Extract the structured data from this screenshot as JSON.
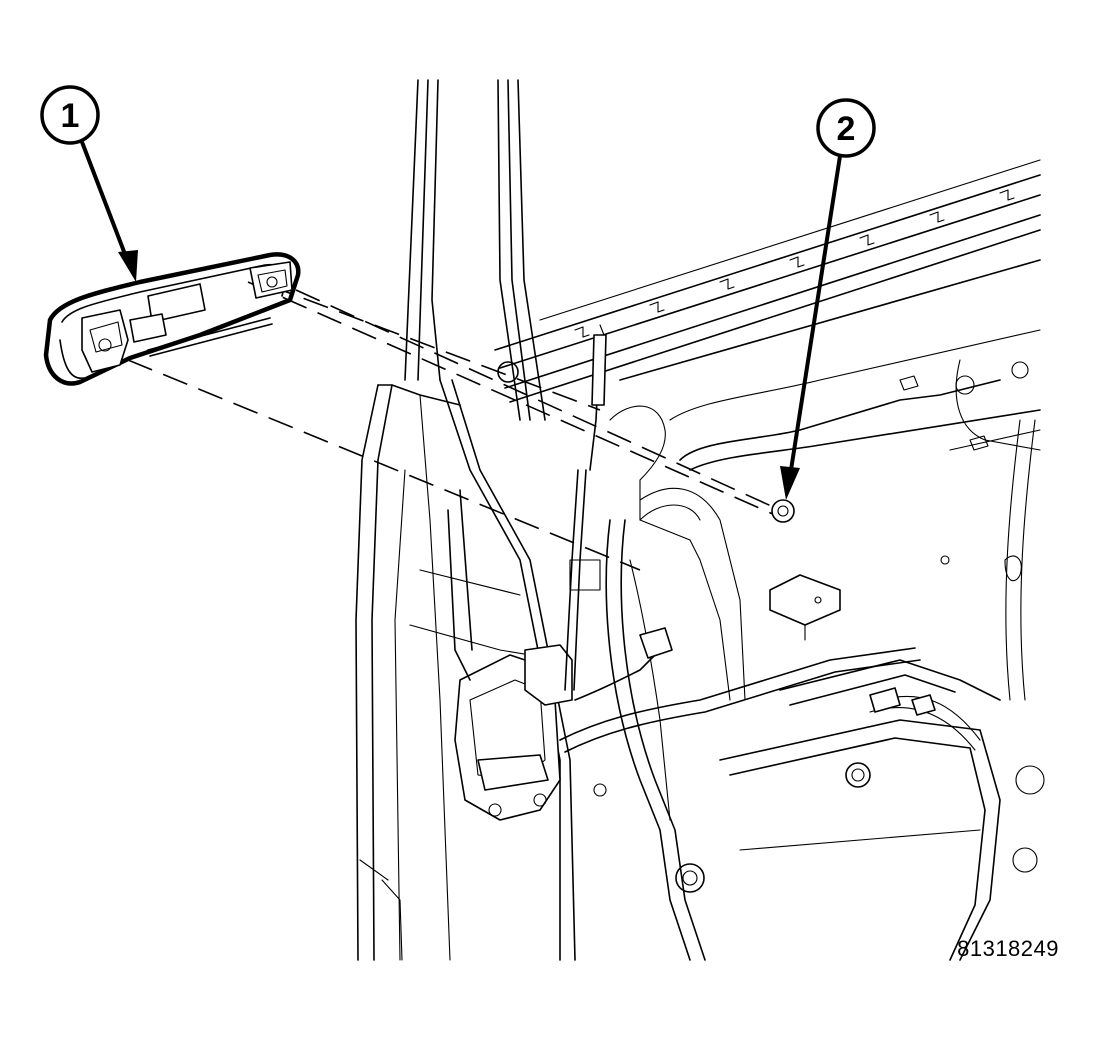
{
  "callouts": [
    {
      "number": "1",
      "part": "exterior-door-handle"
    },
    {
      "number": "2",
      "part": "handle-mounting-nut"
    }
  ],
  "figure_reference": "81318249"
}
